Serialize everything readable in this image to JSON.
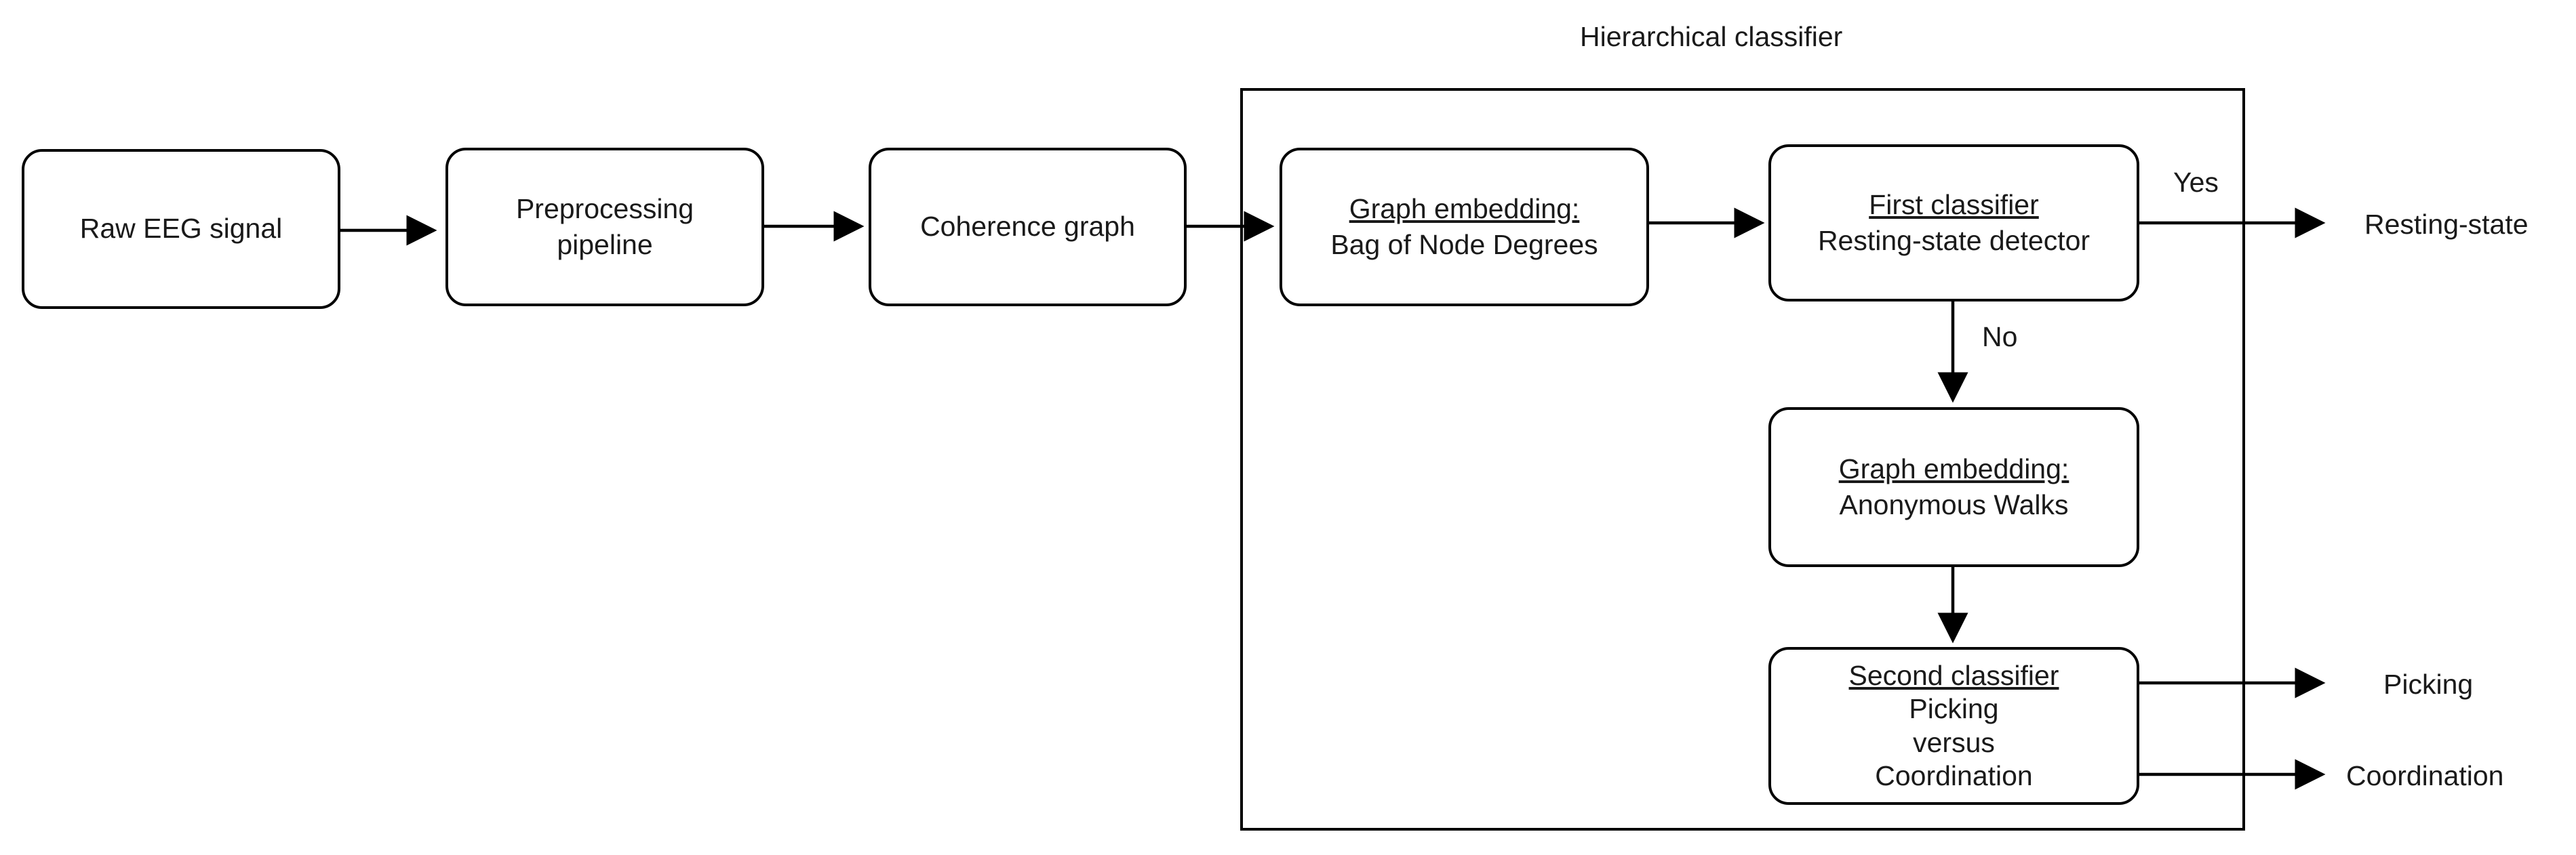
{
  "group": {
    "title": "Hierarchical classifier"
  },
  "nodes": {
    "raw": {
      "text": "Raw EEG signal"
    },
    "pre": {
      "line1": "Preprocessing",
      "line2": "pipeline"
    },
    "coh": {
      "text": "Coherence graph"
    },
    "emb1": {
      "title": "Graph embedding:",
      "text": "Bag of Node Degrees"
    },
    "clf1": {
      "title": "First classifier",
      "text": "Resting-state detector"
    },
    "emb2": {
      "title": "Graph embedding:",
      "text": "Anonymous Walks"
    },
    "clf2": {
      "title": "Second classifier",
      "line1": "Picking",
      "line2": "versus",
      "line3": "Coordination"
    }
  },
  "edge_labels": {
    "yes": "Yes",
    "no": "No"
  },
  "outputs": {
    "resting": "Resting-state",
    "picking": "Picking",
    "coordination": "Coordination"
  }
}
